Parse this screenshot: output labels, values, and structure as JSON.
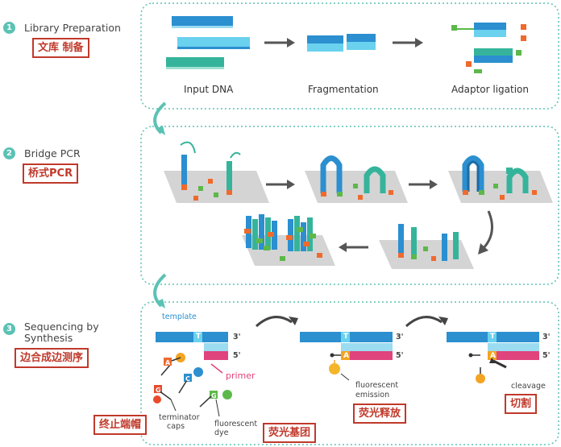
{
  "colors": {
    "blue": "#2b8fd0",
    "light_blue": "#6ad1ee",
    "teal": "#35b49b",
    "orange": "#ef6a2c",
    "green": "#5db84a",
    "pink": "#e0447c",
    "frame": "#5bc2b4"
  },
  "step1": {
    "num": "1",
    "title": "Library Preparation",
    "cn": "文库 制备",
    "labels": {
      "input": "Input DNA",
      "frag": "Fragmentation",
      "adaptor": "Adaptor ligation"
    }
  },
  "step2": {
    "num": "2",
    "title": "Bridge PCR",
    "cn": "桥式PCR"
  },
  "step3": {
    "num": "3",
    "title_line1": "Sequencing by",
    "title_line2": "Synthesis",
    "cn": "边合成边测序",
    "template": "template",
    "primer": "primer",
    "strand3": "3'",
    "strand5": "5'",
    "term1": "terminator",
    "term2": "caps",
    "fluor1": "fluorescent",
    "fluor2": "dye",
    "emit1": "fluorescent",
    "emit2": "emission",
    "cleavage": "cleavage",
    "base_t": "T",
    "base_a": "A",
    "base_c": "C",
    "base_g": "G",
    "cn_term": "终止端帽",
    "cn_fluor": "荧光基团",
    "cn_release": "荧光释放",
    "cn_cut": "切割"
  }
}
